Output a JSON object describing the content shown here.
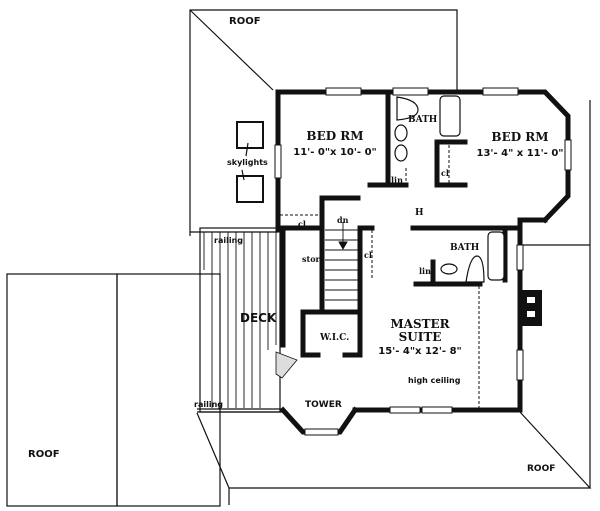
{
  "floor_plan": {
    "roof_labels": {
      "top": "ROOF",
      "left": "ROOF",
      "bottom_right": "ROOF"
    },
    "rooms": {
      "bed_rm_1": {
        "name": "BED RM",
        "dims": "11'- 0\"x 10'- 0\""
      },
      "bed_rm_2": {
        "name": "BED RM",
        "dims": "13'- 4\" x 11'- 0\""
      },
      "bath_upper": {
        "name": "BATH"
      },
      "bath_master": {
        "name": "BATH"
      },
      "master_suite": {
        "name_line1": "MASTER",
        "name_line2": "SUITE",
        "dims": "15'- 4\"x 12'- 8\""
      },
      "hall": {
        "name": "H"
      },
      "wic": {
        "name": "W.I.C."
      },
      "tower": {
        "name": "TOWER"
      },
      "deck": {
        "name": "DECK"
      },
      "storage": {
        "name": "stor."
      }
    },
    "annotations": {
      "skylights": "skylights",
      "railing_top": "railing",
      "railing_bottom": "railing",
      "high_ceiling": "high ceiling",
      "stairs_dn": "dn",
      "closet_1": "cl",
      "closet_2": "cl",
      "closet_3": "cl",
      "linen_1": "lin",
      "linen_2": "lin"
    }
  }
}
